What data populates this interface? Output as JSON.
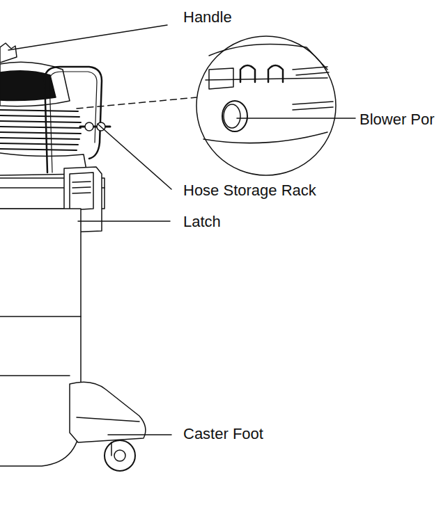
{
  "diagram": {
    "labels": [
      "Handle",
      "Blower Por",
      "Hose Storage Rack",
      "Latch",
      "Caster Foot"
    ]
  }
}
